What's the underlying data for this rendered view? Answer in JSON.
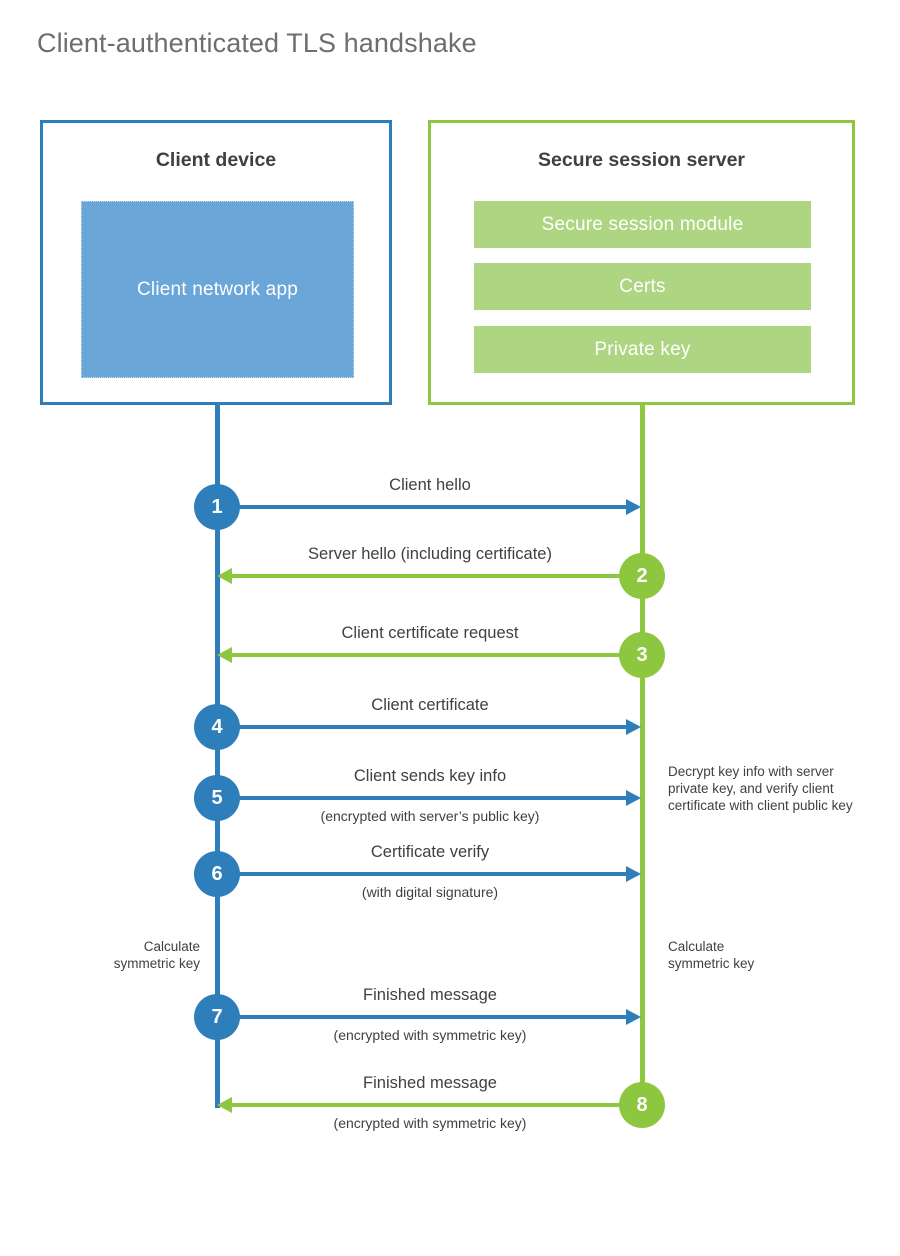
{
  "title": "Client-authenticated TLS handshake",
  "colors": {
    "client_accent": "#2e7ebb",
    "server_accent": "#8dc63f",
    "client_app_fill": "#6aa6d8",
    "server_bar_fill": "#aed581",
    "text": "#404041",
    "title_text": "#6d6e71",
    "background": "#ffffff"
  },
  "client": {
    "title": "Client device",
    "app_label": "Client network app"
  },
  "server": {
    "title": "Secure session server",
    "components": [
      "Secure session module",
      "Certs",
      "Private key"
    ]
  },
  "messages": [
    {
      "step": "1",
      "label": "Client hello",
      "sublabel": "",
      "direction": "client-to-server"
    },
    {
      "step": "2",
      "label": "Server hello (including certificate)",
      "sublabel": "",
      "direction": "server-to-client"
    },
    {
      "step": "3",
      "label": "Client certificate request",
      "sublabel": "",
      "direction": "server-to-client"
    },
    {
      "step": "4",
      "label": "Client certificate",
      "sublabel": "",
      "direction": "client-to-server"
    },
    {
      "step": "5",
      "label": "Client sends key info",
      "sublabel": "(encrypted with server’s public key)",
      "direction": "client-to-server"
    },
    {
      "step": "6",
      "label": "Certificate verify",
      "sublabel": "(with digital signature)",
      "direction": "client-to-server"
    },
    {
      "step": "7",
      "label": "Finished message",
      "sublabel": "(encrypted with symmetric key)",
      "direction": "client-to-server"
    },
    {
      "step": "8",
      "label": "Finished message",
      "sublabel": "(encrypted with symmetric key)",
      "direction": "server-to-client"
    }
  ],
  "notes": {
    "decrypt": "Decrypt key info with server private key, and verify client certificate with client public key",
    "calculate_client": "Calculate symmetric key",
    "calculate_server": "Calculate symmetric key"
  }
}
